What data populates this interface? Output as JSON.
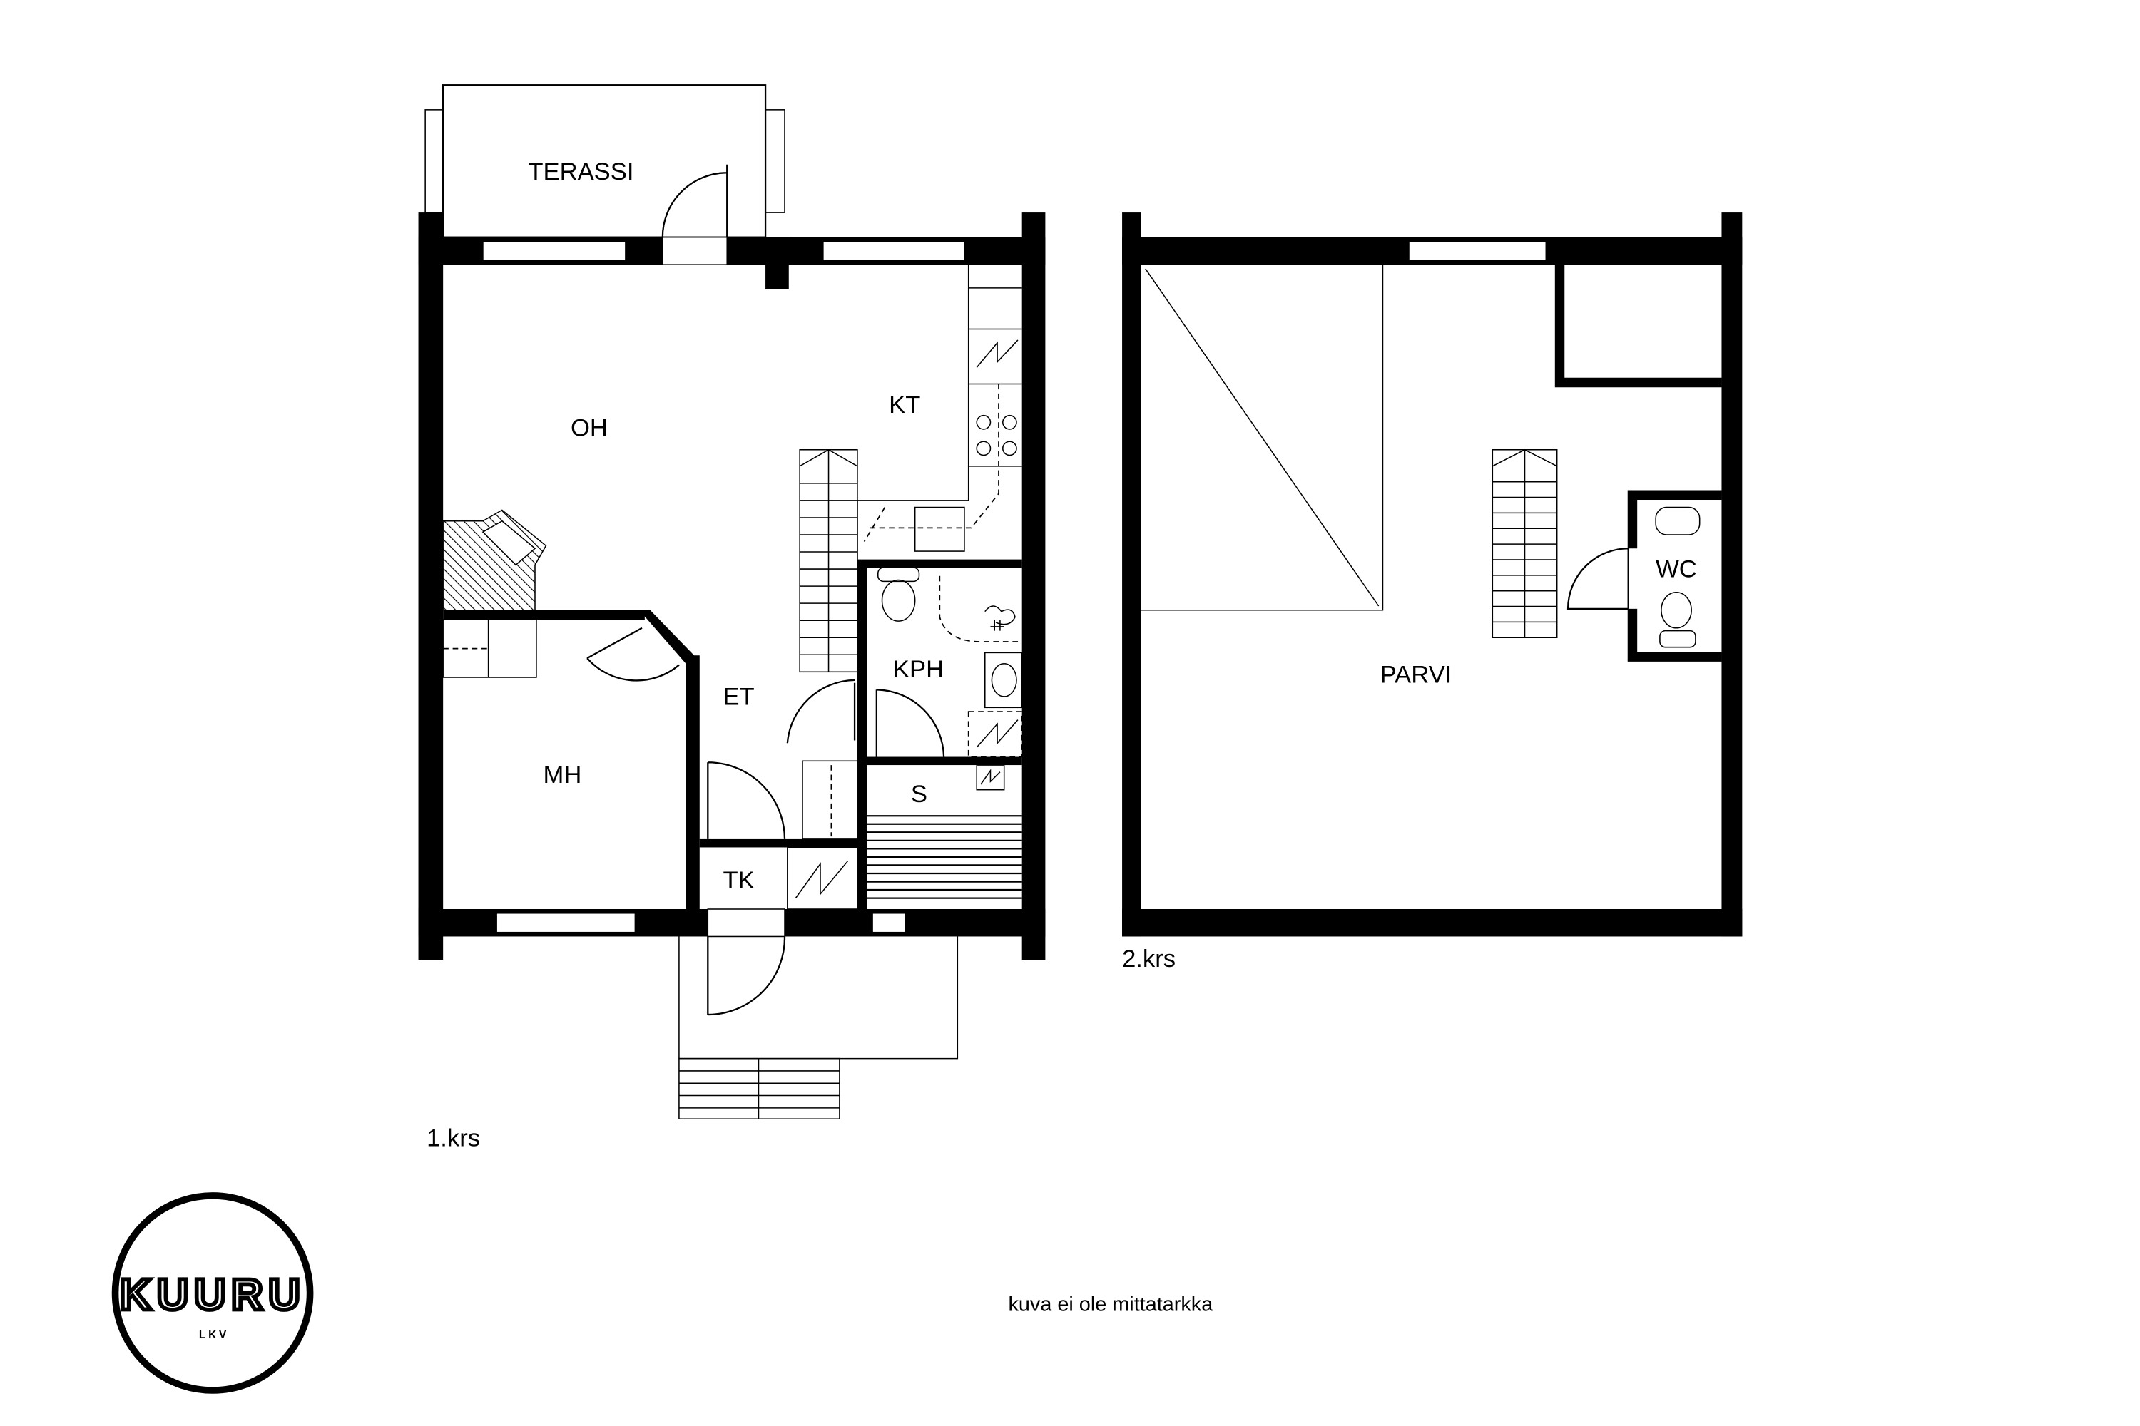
{
  "floor1": {
    "title": "1.krs",
    "rooms": {
      "terrace": "TERASSI",
      "living": "OH",
      "kitchen": "KT",
      "entry": "ET",
      "bedroom": "MH",
      "bathroom": "KPH",
      "sauna": "S",
      "utility": "TK"
    }
  },
  "floor2": {
    "title": "2.krs",
    "rooms": {
      "loft": "PARVI",
      "wc": "WC"
    }
  },
  "disclaimer": "kuva ei ole mittatarkka",
  "logo": {
    "name": "KUURU",
    "sub": "LKV"
  },
  "colors": {
    "ink": "#000000",
    "background": "#ffffff"
  }
}
